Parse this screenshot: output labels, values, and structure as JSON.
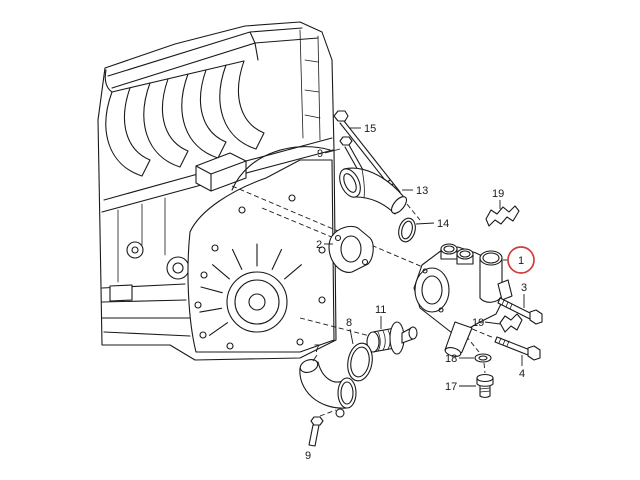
{
  "diagram": {
    "callouts": [
      "15",
      "9",
      "13",
      "14",
      "19",
      "2",
      "1",
      "3",
      "11",
      "8",
      "7",
      "19",
      "18",
      "4",
      "17",
      "9"
    ],
    "highlight_color": "#d23c3c",
    "line_color": "#1a1a1a"
  }
}
